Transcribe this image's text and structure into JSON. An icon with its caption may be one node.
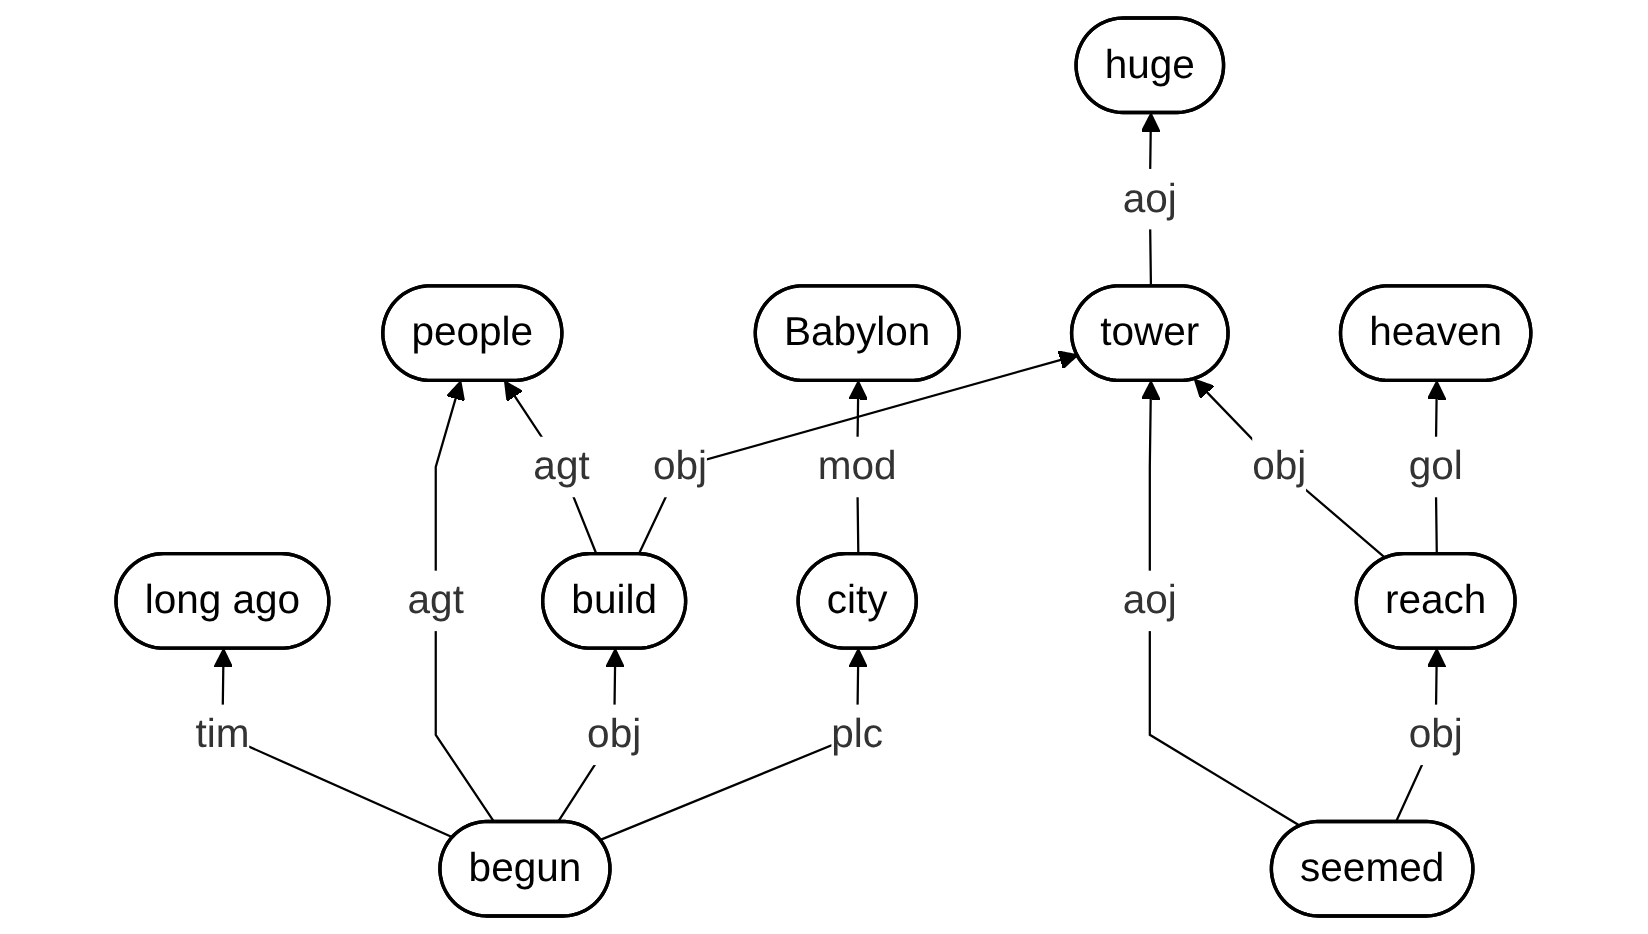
{
  "diagram": {
    "nodes": [
      {
        "text": [
          "long ago"
        ]
      },
      {
        "text": [
          "people"
        ]
      },
      {
        "text": [
          "huge"
        ]
      },
      {
        "text": [
          "begun"
        ]
      },
      {
        "text": [
          "build"
        ]
      },
      {
        "text": [
          "tower"
        ]
      },
      {
        "text": [
          "city"
        ]
      },
      {
        "text": [
          "reach"
        ]
      },
      {
        "text": [
          "seemed"
        ]
      },
      {
        "text": [
          "Babylon"
        ]
      },
      {
        "text": [
          "heaven"
        ]
      }
    ],
    "edges": [
      {
        "from": 3,
        "to": 0,
        "arrow": "to",
        "label": "tim"
      },
      {
        "from": 3,
        "to": 1,
        "arrow": "to",
        "label": "agt"
      },
      {
        "from": 4,
        "to": 1,
        "arrow": "to",
        "label": "agt"
      },
      {
        "from": 5,
        "to": 2,
        "arrow": "to",
        "label": "aoj"
      },
      {
        "from": 3,
        "to": 4,
        "arrow": "to",
        "label": "obj"
      },
      {
        "from": 4,
        "to": 5,
        "arrow": "to",
        "label": "obj"
      },
      {
        "from": 3,
        "to": 6,
        "arrow": "to",
        "label": "plc"
      },
      {
        "from": 7,
        "to": 5,
        "arrow": "to",
        "label": "obj"
      },
      {
        "from": 8,
        "to": 5,
        "arrow": "to",
        "label": "aoj"
      },
      {
        "from": 8,
        "to": 7,
        "arrow": "to",
        "label": "obj"
      },
      {
        "from": 6,
        "to": 9,
        "arrow": "to",
        "label": "mod"
      },
      {
        "from": 7,
        "to": 10,
        "arrow": "to",
        "label": "gol"
      }
    ]
  }
}
